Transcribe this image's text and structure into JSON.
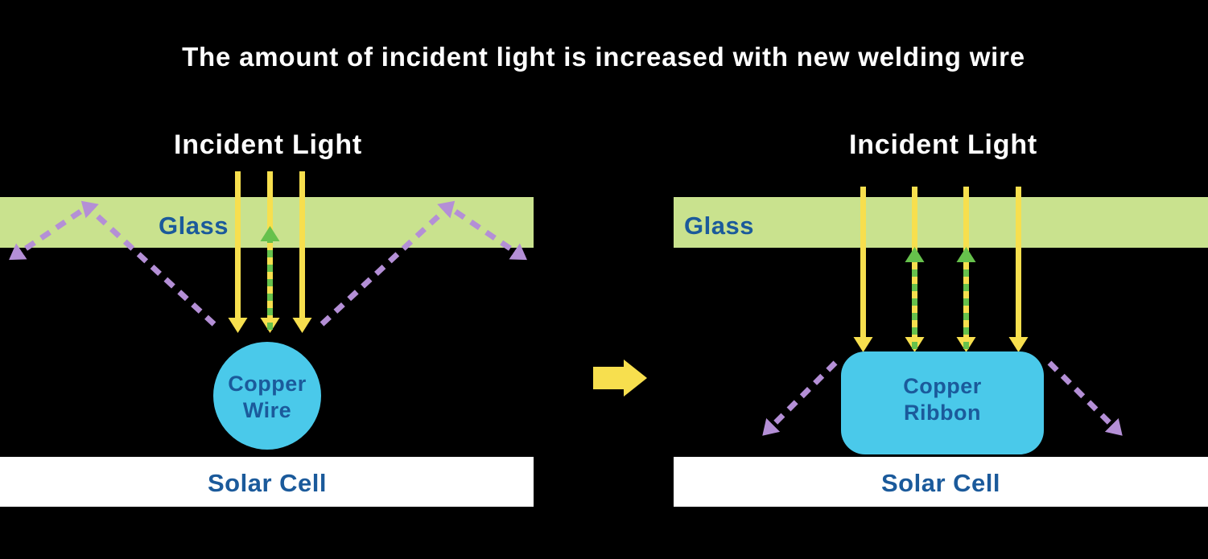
{
  "title": "The amount of incident light is increased with new welding wire",
  "colors": {
    "background": "#000000",
    "title_text": "#ffffff",
    "incident_light_text": "#ffffff",
    "label_blue": "#1b5a9b",
    "glass_fill": "#c9e28e",
    "copper_fill": "#4ac9ea",
    "solar_cell_fill": "#ffffff",
    "arrow_yellow": "#f7df4e",
    "arrow_green": "#66c14c",
    "arrow_purple": "#b48fd6",
    "transition_arrow": "#f7df4e"
  },
  "left_panel": {
    "incident_light_label": "Incident Light",
    "glass_label": "Glass",
    "conductor_label_line1": "Copper",
    "conductor_label_line2": "Wire",
    "solar_cell_label": "Solar Cell"
  },
  "right_panel": {
    "incident_light_label": "Incident Light",
    "glass_label": "Glass",
    "conductor_label_line1": "Copper",
    "conductor_label_line2": "Ribbon",
    "solar_cell_label": "Solar Cell"
  }
}
